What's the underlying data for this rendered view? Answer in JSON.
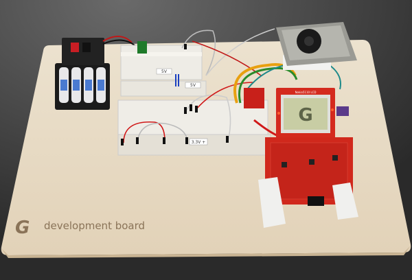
{
  "board": {
    "brand_text": "development board",
    "logo_letter": "G"
  },
  "breadboard_labels": {
    "rail_top": "5V",
    "rail_middle": "5V",
    "rail_bottom": "3.3V +"
  },
  "lcd": {
    "header_text": "Nokia5110 LCD",
    "logo_letter": "G"
  },
  "colors": {
    "background": "#2e2e2e",
    "wood": "#e9dcc6",
    "breadboard": "#eeece6",
    "pcb_red": "#d42a1e",
    "lcd_screen": "#c8cda4",
    "battery": "#e8e8ea",
    "sensor_case": "#9a9a94"
  }
}
